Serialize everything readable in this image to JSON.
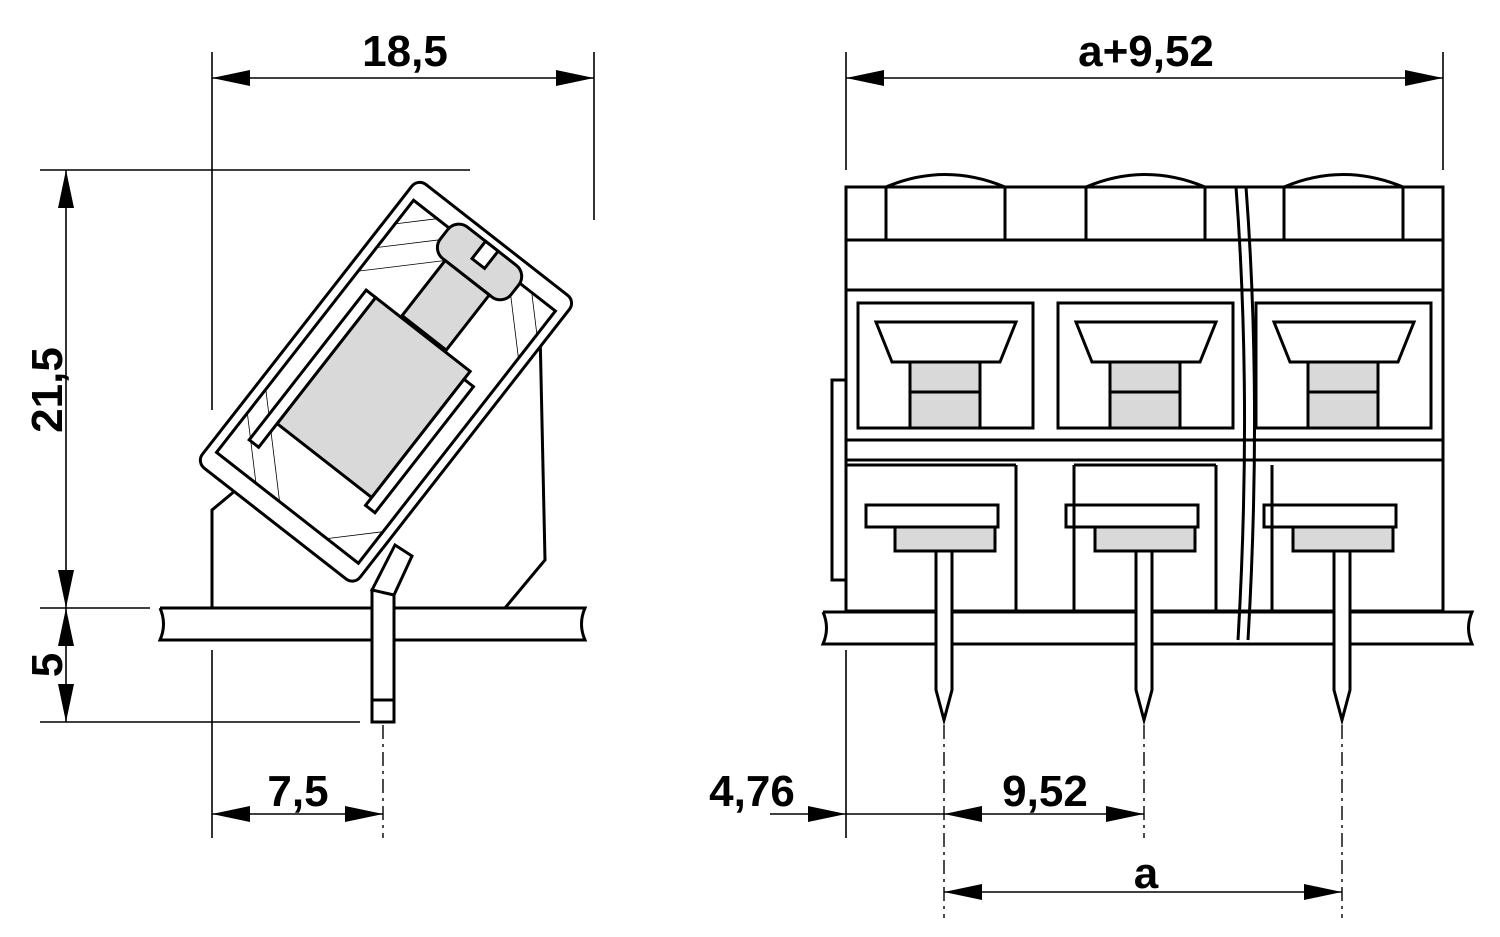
{
  "dimensions": {
    "side_width": "18,5",
    "side_height": "21,5",
    "pin_length": "5",
    "pin_offset": "7,5",
    "front_width": "a+9,52",
    "edge_offset": "4,76",
    "pitch": "9,52",
    "span": "a"
  }
}
